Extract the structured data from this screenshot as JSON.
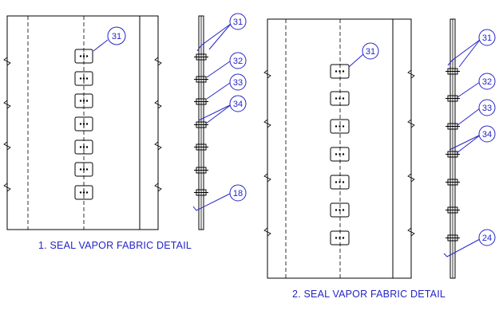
{
  "details": [
    {
      "caption": "1. SEAL VAPOR FABRIC DETAIL",
      "plan_callout": "31",
      "section_callouts": [
        "31",
        "32",
        "33",
        "34",
        "18"
      ]
    },
    {
      "caption": "2. SEAL VAPOR FABRIC DETAIL",
      "plan_callout": "31",
      "section_callouts": [
        "31",
        "32",
        "33",
        "34",
        "24"
      ]
    }
  ],
  "colors": {
    "linework": "#000000",
    "annotation": "#2424c8"
  }
}
